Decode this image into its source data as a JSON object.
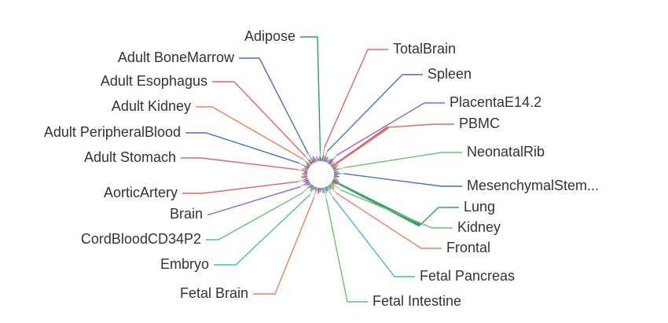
{
  "chart_data": {
    "type": "pie",
    "subtype": "nightingale-rose",
    "legend": "none",
    "slices": [
      {
        "name": "TotalBrain",
        "value": 14,
        "color": "#e06666"
      },
      {
        "name": "Spleen",
        "value": 11,
        "color": "#4472c4"
      },
      {
        "name": "PlacentaE14.2",
        "value": 12,
        "color": "#9a5fc8"
      },
      {
        "name": "PBMC",
        "value": 70,
        "color": "#e06666"
      },
      {
        "name": "NeonatalRib",
        "value": 12,
        "color": "#6cc070"
      },
      {
        "name": "MesenchymalStem...",
        "value": 10,
        "color": "#4472c4"
      },
      {
        "name": "Lung",
        "value": 100,
        "color": "#3a9e6e"
      },
      {
        "name": "Kidney",
        "value": 12,
        "color": "#6cc070"
      },
      {
        "name": "Frontal",
        "value": 11,
        "color": "#f07f5a"
      },
      {
        "name": "Fetal Pancreas",
        "value": 12,
        "color": "#4fb3d9"
      },
      {
        "name": "Fetal Intestine",
        "value": 12,
        "color": "#6cc070"
      },
      {
        "name": "Fetal Brain",
        "value": 11,
        "color": "#f07f5a"
      },
      {
        "name": "Embryo",
        "value": 10,
        "color": "#4fb3d9"
      },
      {
        "name": "CordBloodCD34P2",
        "value": 12,
        "color": "#6cc070"
      },
      {
        "name": "Brain",
        "value": 11,
        "color": "#9a5fc8"
      },
      {
        "name": "AorticArtery",
        "value": 10,
        "color": "#e06666"
      },
      {
        "name": "Adult Stomach",
        "value": 10,
        "color": "#e06666"
      },
      {
        "name": "Adult PeripheralBlood",
        "value": 11,
        "color": "#4472c4"
      },
      {
        "name": "Adult Kidney",
        "value": 10,
        "color": "#f07f5a"
      },
      {
        "name": "Adult Esophagus",
        "value": 10,
        "color": "#e06666"
      },
      {
        "name": "Adult BoneMarrow",
        "value": 11,
        "color": "#4472c4"
      },
      {
        "name": "Adipose",
        "value": 10,
        "color": "#2e9e5e"
      }
    ]
  }
}
